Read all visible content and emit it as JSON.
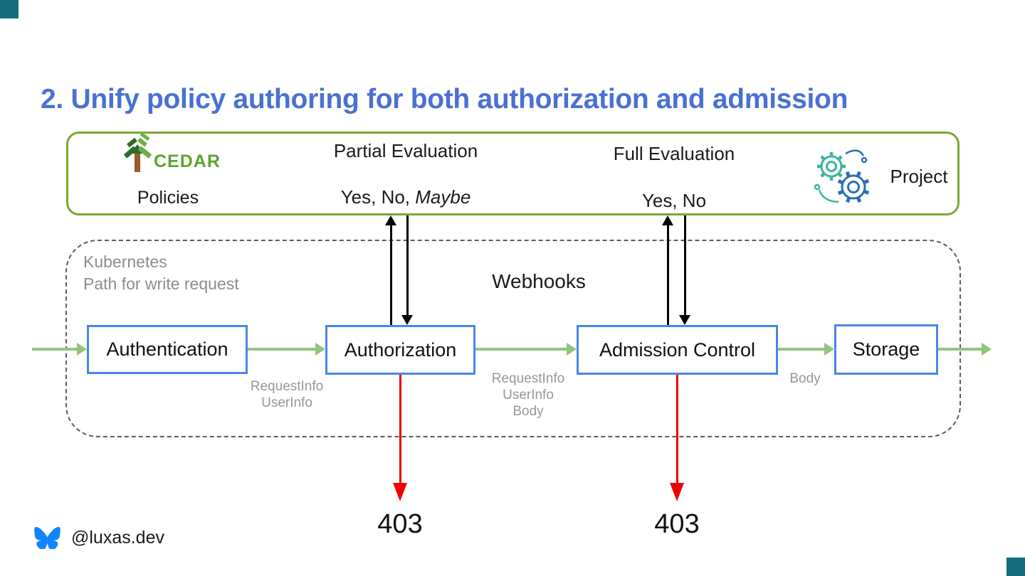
{
  "title": {
    "text": "2. Unify policy authoring for both authorization and admission"
  },
  "colors": {
    "title_blue": "#4a70d2",
    "stage_border_blue": "#4a86e8",
    "policy_border_green": "#78a934",
    "flow_arrow_green": "#93c47d",
    "reject_arrow_red": "#ef0000",
    "webhook_arrow_black": "#000000",
    "cedar_green": "#5aa62f",
    "muted_gray": "#8c8c8c",
    "corner_accent_teal": "#156e79",
    "bluesky_blue": "#1185fe"
  },
  "policy_layer": {
    "cedar": {
      "icon": "cedar-tree-icon",
      "wordmark": "CEDAR",
      "label": "Policies"
    },
    "partial": {
      "title": "Partial Evaluation",
      "result_prefix": "Yes, No, ",
      "result_emphasis": "Maybe"
    },
    "full": {
      "title": "Full Evaluation",
      "result": "Yes, No"
    },
    "project": {
      "icon": "gears-icon",
      "label": "Project"
    }
  },
  "kubernetes_layer": {
    "caption_line1": "Kubernetes",
    "caption_line2": "Path for write request",
    "webhooks_label": "Webhooks",
    "stages": [
      "Authentication",
      "Authorization",
      "Admission Control",
      "Storage"
    ],
    "edge_labels": {
      "auth_to_authz": [
        "RequestInfo",
        "UserInfo"
      ],
      "authz_to_admission": [
        "RequestInfo",
        "UserInfo",
        "Body"
      ],
      "admission_to_storage": [
        "Body"
      ]
    },
    "reject_codes": {
      "authorization": "403",
      "admission": "403"
    }
  },
  "footer": {
    "icon": "bluesky-icon",
    "handle": "@luxas.dev"
  }
}
